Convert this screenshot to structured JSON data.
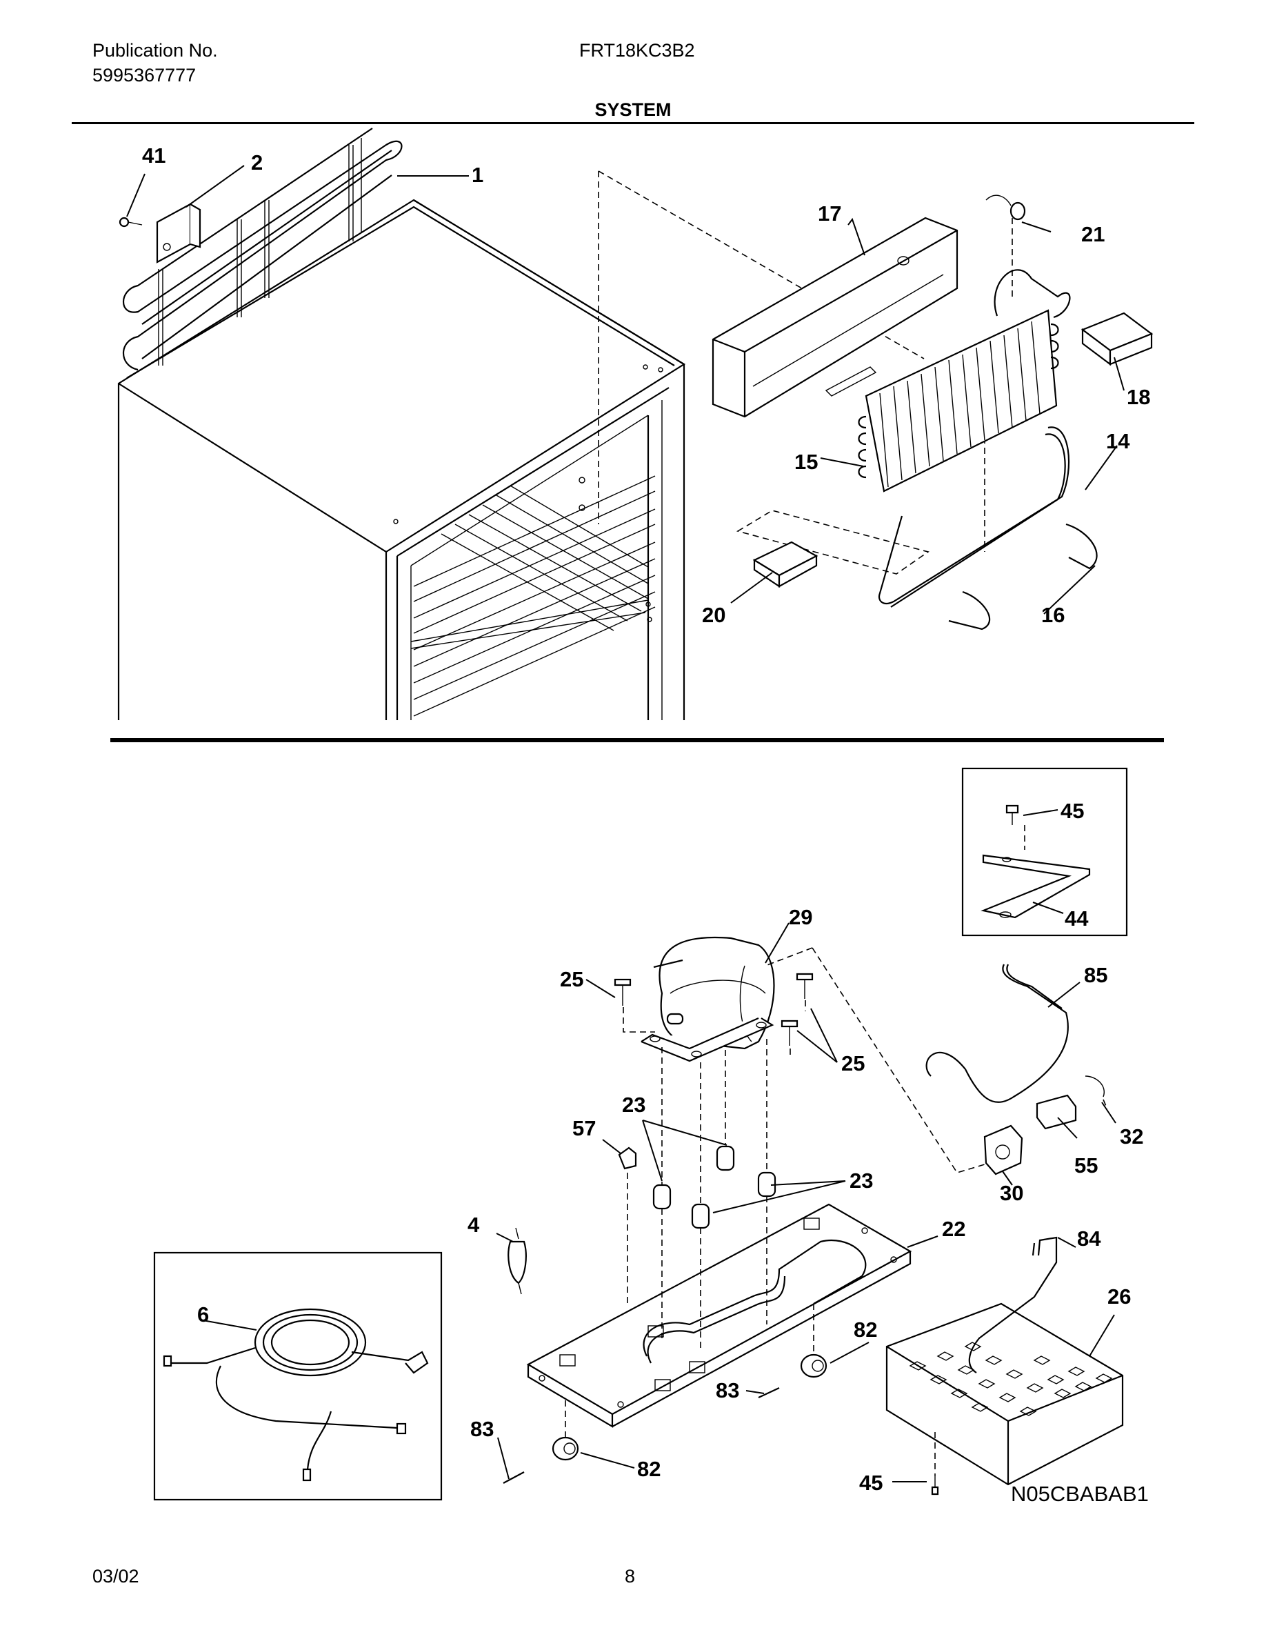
{
  "header": {
    "publication_label": "Publication No.",
    "publication_number": "5995367777",
    "model": "FRT18KC3B2",
    "section_title": "SYSTEM"
  },
  "callouts": {
    "c41": "41",
    "c2": "2",
    "c1": "1",
    "c17": "17",
    "c21": "21",
    "c18": "18",
    "c14": "14",
    "c15": "15",
    "c20": "20",
    "c16": "16",
    "c45a": "45",
    "c44": "44",
    "c29": "29",
    "c25a": "25",
    "c25b": "25",
    "c85": "85",
    "c23a": "23",
    "c57": "57",
    "c23b": "23",
    "c32": "32",
    "c55": "55",
    "c30": "30",
    "c4": "4",
    "c22": "22",
    "c84": "84",
    "c6": "6",
    "c26": "26",
    "c82a": "82",
    "c83a": "83",
    "c83b": "83",
    "c82b": "82",
    "c45b": "45"
  },
  "footer": {
    "drawing_code": "N05CBABAB1",
    "date": "03/02",
    "page_number": "8"
  }
}
